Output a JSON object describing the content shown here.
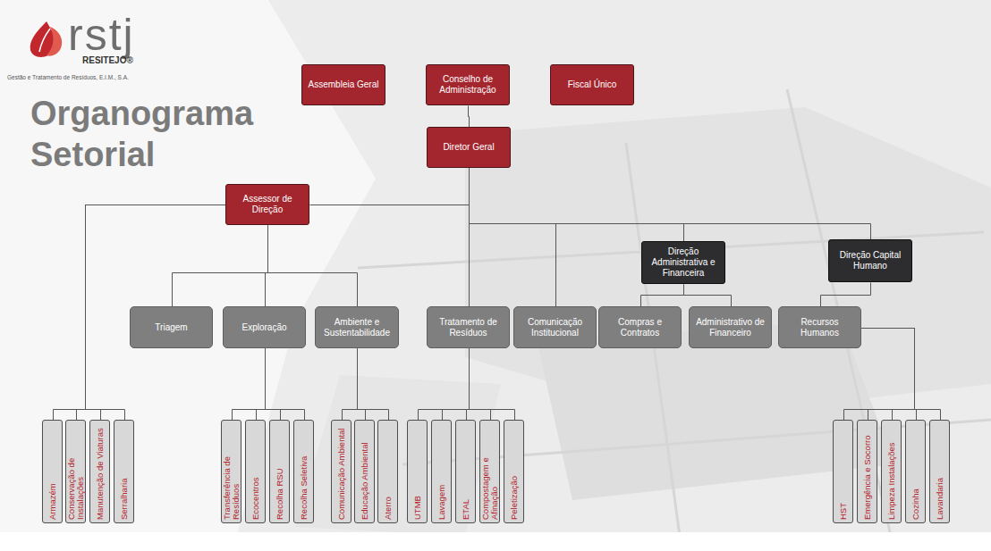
{
  "diagram": {
    "title": "Organograma Setorial",
    "nodes": [
      {
        "text": [
          "Assembleia Geral"
        ]
      },
      {
        "text": [
          "Conselho de Administração"
        ]
      },
      {
        "text": [
          "Fiscal Único"
        ]
      },
      {
        "text": [
          "Diretor Geral"
        ]
      },
      {
        "text": [
          "Assessor de Direção"
        ]
      },
      {
        "text": [
          "Direção Administrativa e Financeira"
        ]
      },
      {
        "text": [
          "Direção Capital Humano"
        ]
      },
      {
        "text": [
          "Triagem"
        ]
      },
      {
        "text": [
          "Exploração"
        ]
      },
      {
        "text": [
          "Ambiente e Sustentabilidade"
        ]
      },
      {
        "text": [
          "Tratamento de Resíduos"
        ]
      },
      {
        "text": [
          "Comunicação Institucional"
        ]
      },
      {
        "text": [
          "Compras e Contratos"
        ]
      },
      {
        "text": [
          "Administrativo de Financeiro"
        ]
      },
      {
        "text": [
          "Recursos Humanos"
        ]
      },
      {
        "text": [
          "Armazém"
        ]
      },
      {
        "text": [
          "Conservação de Instalações"
        ]
      },
      {
        "text": [
          "Manutenção de Viaturas"
        ]
      },
      {
        "text": [
          "Serralharia"
        ]
      },
      {
        "text": [
          "Transferência de Resíduos"
        ]
      },
      {
        "text": [
          "Ecocentros"
        ]
      },
      {
        "text": [
          "Recolha RSU"
        ]
      },
      {
        "text": [
          "Recolha Seletiva"
        ]
      },
      {
        "text": [
          "Comunicação Ambiental"
        ]
      },
      {
        "text": [
          "Educação Ambiental"
        ]
      },
      {
        "text": [
          "Aterro"
        ]
      },
      {
        "text": [
          "UTMB"
        ]
      },
      {
        "text": [
          "Lavagem"
        ]
      },
      {
        "text": [
          "ETAL"
        ]
      },
      {
        "text": [
          "Compostagem e Afinação"
        ]
      },
      {
        "text": [
          "Peletização"
        ]
      },
      {
        "text": [
          "HST"
        ]
      },
      {
        "text": [
          "Emergência e Socorro"
        ]
      },
      {
        "text": [
          "Limpeza Instalações"
        ]
      },
      {
        "text": [
          "Cozinha"
        ]
      },
      {
        "text": [
          "Lavandaria"
        ]
      }
    ],
    "edges": [
      {
        "from": 1,
        "to": 3,
        "arrow": "none"
      },
      {
        "from": 3,
        "to": 4,
        "arrow": "none"
      },
      {
        "from": 3,
        "to": 10,
        "arrow": "none"
      },
      {
        "from": 3,
        "to": 11,
        "arrow": "none"
      },
      {
        "from": 3,
        "to": 5,
        "arrow": "none"
      },
      {
        "from": 3,
        "to": 6,
        "arrow": "none"
      },
      {
        "from": 4,
        "to": 7,
        "arrow": "none"
      },
      {
        "from": 4,
        "to": 8,
        "arrow": "none"
      },
      {
        "from": 4,
        "to": 9,
        "arrow": "none"
      },
      {
        "from": 4,
        "to": 15,
        "arrow": "none"
      },
      {
        "from": 4,
        "to": 16,
        "arrow": "none"
      },
      {
        "from": 4,
        "to": 17,
        "arrow": "none"
      },
      {
        "from": 4,
        "to": 18,
        "arrow": "none"
      },
      {
        "from": 8,
        "to": 19,
        "arrow": "none"
      },
      {
        "from": 8,
        "to": 20,
        "arrow": "none"
      },
      {
        "from": 8,
        "to": 21,
        "arrow": "none"
      },
      {
        "from": 8,
        "to": 22,
        "arrow": "none"
      },
      {
        "from": 9,
        "to": 23,
        "arrow": "none"
      },
      {
        "from": 9,
        "to": 24,
        "arrow": "none"
      },
      {
        "from": 9,
        "to": 25,
        "arrow": "none"
      },
      {
        "from": 10,
        "to": 26,
        "arrow": "none"
      },
      {
        "from": 10,
        "to": 27,
        "arrow": "none"
      },
      {
        "from": 10,
        "to": 28,
        "arrow": "none"
      },
      {
        "from": 10,
        "to": 29,
        "arrow": "none"
      },
      {
        "from": 10,
        "to": 30,
        "arrow": "none"
      },
      {
        "from": 5,
        "to": 12,
        "arrow": "none"
      },
      {
        "from": 5,
        "to": 13,
        "arrow": "none"
      },
      {
        "from": 6,
        "to": 14,
        "arrow": "none"
      },
      {
        "from": 14,
        "to": 31,
        "arrow": "none"
      },
      {
        "from": 14,
        "to": 32,
        "arrow": "none"
      },
      {
        "from": 14,
        "to": 33,
        "arrow": "none"
      },
      {
        "from": 14,
        "to": 34,
        "arrow": "none"
      },
      {
        "from": 14,
        "to": 35,
        "arrow": "none"
      }
    ],
    "labels": [
      "rstj",
      "RESITEJO®",
      "Gestão e Tratamento de Resíduos, E.I.M., S.A."
    ]
  }
}
